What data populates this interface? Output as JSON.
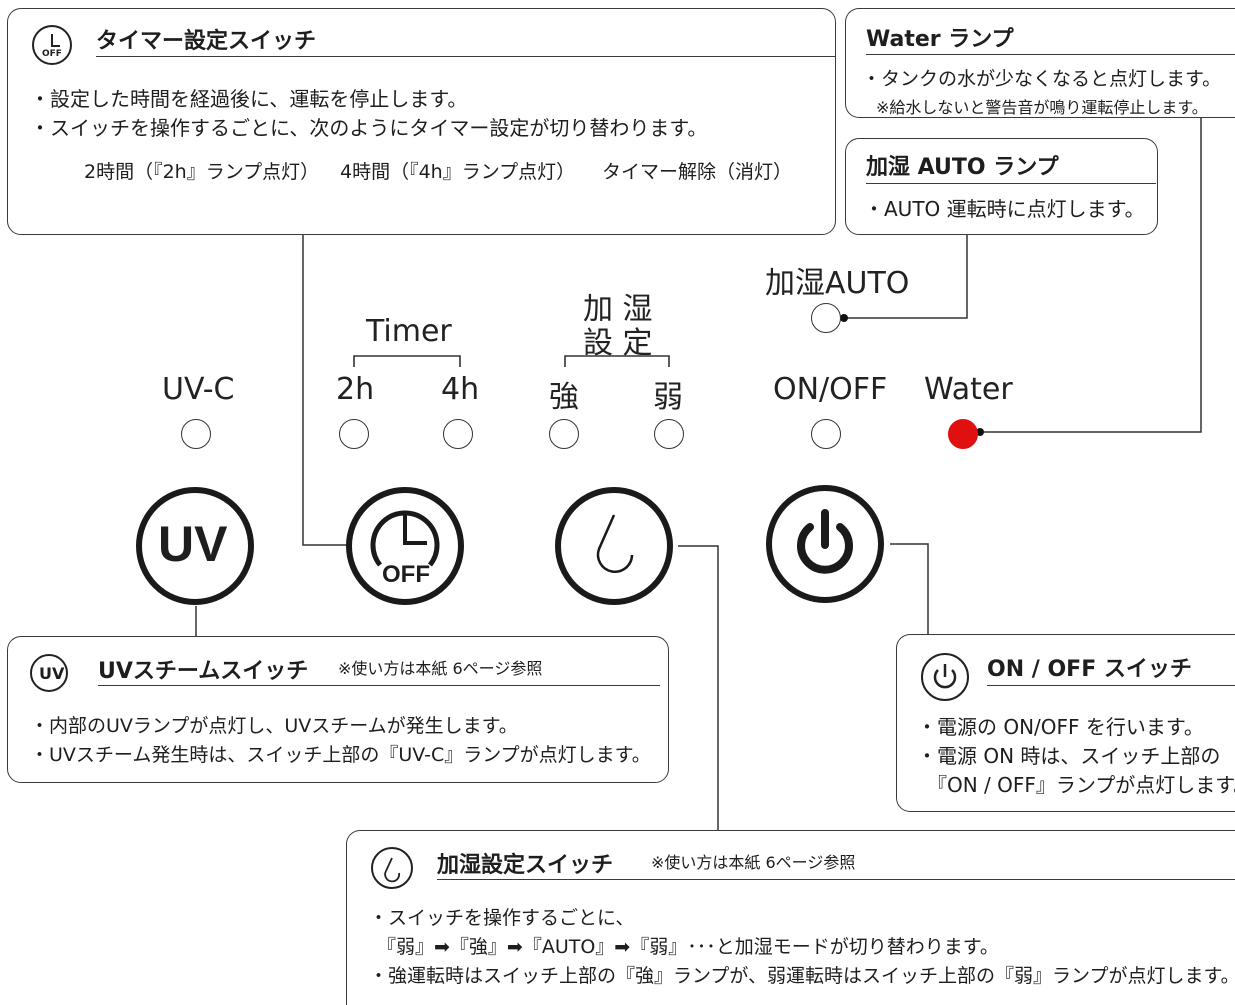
{
  "colors": {
    "line": "#333333",
    "water_lamp": "#e01010",
    "text": "#1e1e1e"
  },
  "timer_box": {
    "icon": "timer-off-icon",
    "icon_text": "OFF",
    "title": "タイマー設定スイッチ",
    "line1": "・設定した時間を経過後に、運転を停止します。",
    "line2": "・スイッチを操作するごとに、次のようにタイマー設定が切り替わります。",
    "seq1": "2時間（『2h』ランプ点灯）",
    "seq2": "4時間（『4h』ランプ点灯）",
    "seq3": "タイマー解除（消灯）"
  },
  "water_box": {
    "title": "Water ランプ",
    "line1": "・タンクの水が少なくなると点灯します。",
    "note": "※給水しないと警告音が鳴り運転停止します。"
  },
  "auto_box": {
    "title": "加湿 AUTO ランプ",
    "line1": "・AUTO 運転時に点灯します。"
  },
  "panel": {
    "auto_label": "加湿AUTO",
    "humid_group_line1": "加 湿",
    "humid_group_line2": "設 定",
    "timer_group": "Timer",
    "uvc": "UV-C",
    "h2": "2h",
    "h4": "4h",
    "strong": "強",
    "weak": "弱",
    "onoff": "ON/OFF",
    "water": "Water",
    "uv_button_text": "UV",
    "timer_button_text": "OFF"
  },
  "lamps": {
    "water_lit": true
  },
  "uv_box": {
    "icon_text": "UV",
    "title": "UVスチームスイッチ",
    "ref": "※使い方は本紙 6ページ参照",
    "line1": "・内部のUVランプが点灯し、UVスチームが発生します。",
    "line2": "・UVスチーム発生時は、スイッチ上部の『UV-C』ランプが点灯します。"
  },
  "power_box": {
    "icon": "power-icon",
    "title": "ON / OFF スイッチ",
    "line1": "・電源の ON/OFF を行います。",
    "line2": "・電源 ON 時は、スイッチ上部の",
    "line3": "『ON / OFF』ランプが点灯します。"
  },
  "humid_box": {
    "icon": "droplet-icon",
    "title": "加湿設定スイッチ",
    "ref": "※使い方は本紙 6ページ参照",
    "line1": "・スイッチを操作するごとに、",
    "line2": "『弱』➡『強』➡『AUTO』➡『弱』･･･と加湿モードが切り替わります。",
    "line3": "・強運転時はスイッチ上部の『強』ランプが、弱運転時はスイッチ上部の『弱』ランプが点灯します。"
  }
}
